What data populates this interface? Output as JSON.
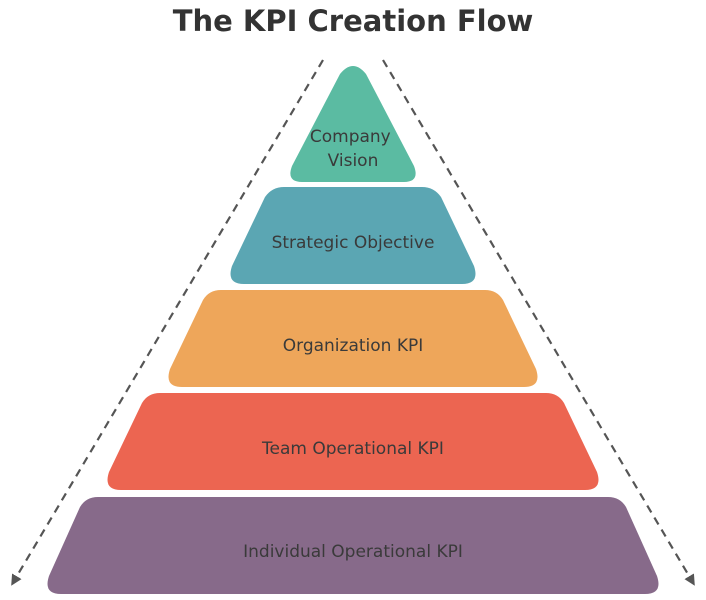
{
  "title": "The KPI Creation Flow",
  "tiers": [
    {
      "label_lines": [
        "Company",
        "Vision"
      ],
      "color": "#5bbba2"
    },
    {
      "label_lines": [
        "Strategic Objective"
      ],
      "color": "#5ba6b3"
    },
    {
      "label_lines": [
        "Organization KPI"
      ],
      "color": "#eea65a"
    },
    {
      "label_lines": [
        "Team Operational KPI"
      ],
      "color": "#ec6551"
    },
    {
      "label_lines": [
        "Individual Operational KPI"
      ],
      "color": "#876a8a"
    }
  ],
  "arrow_color": "#555555"
}
